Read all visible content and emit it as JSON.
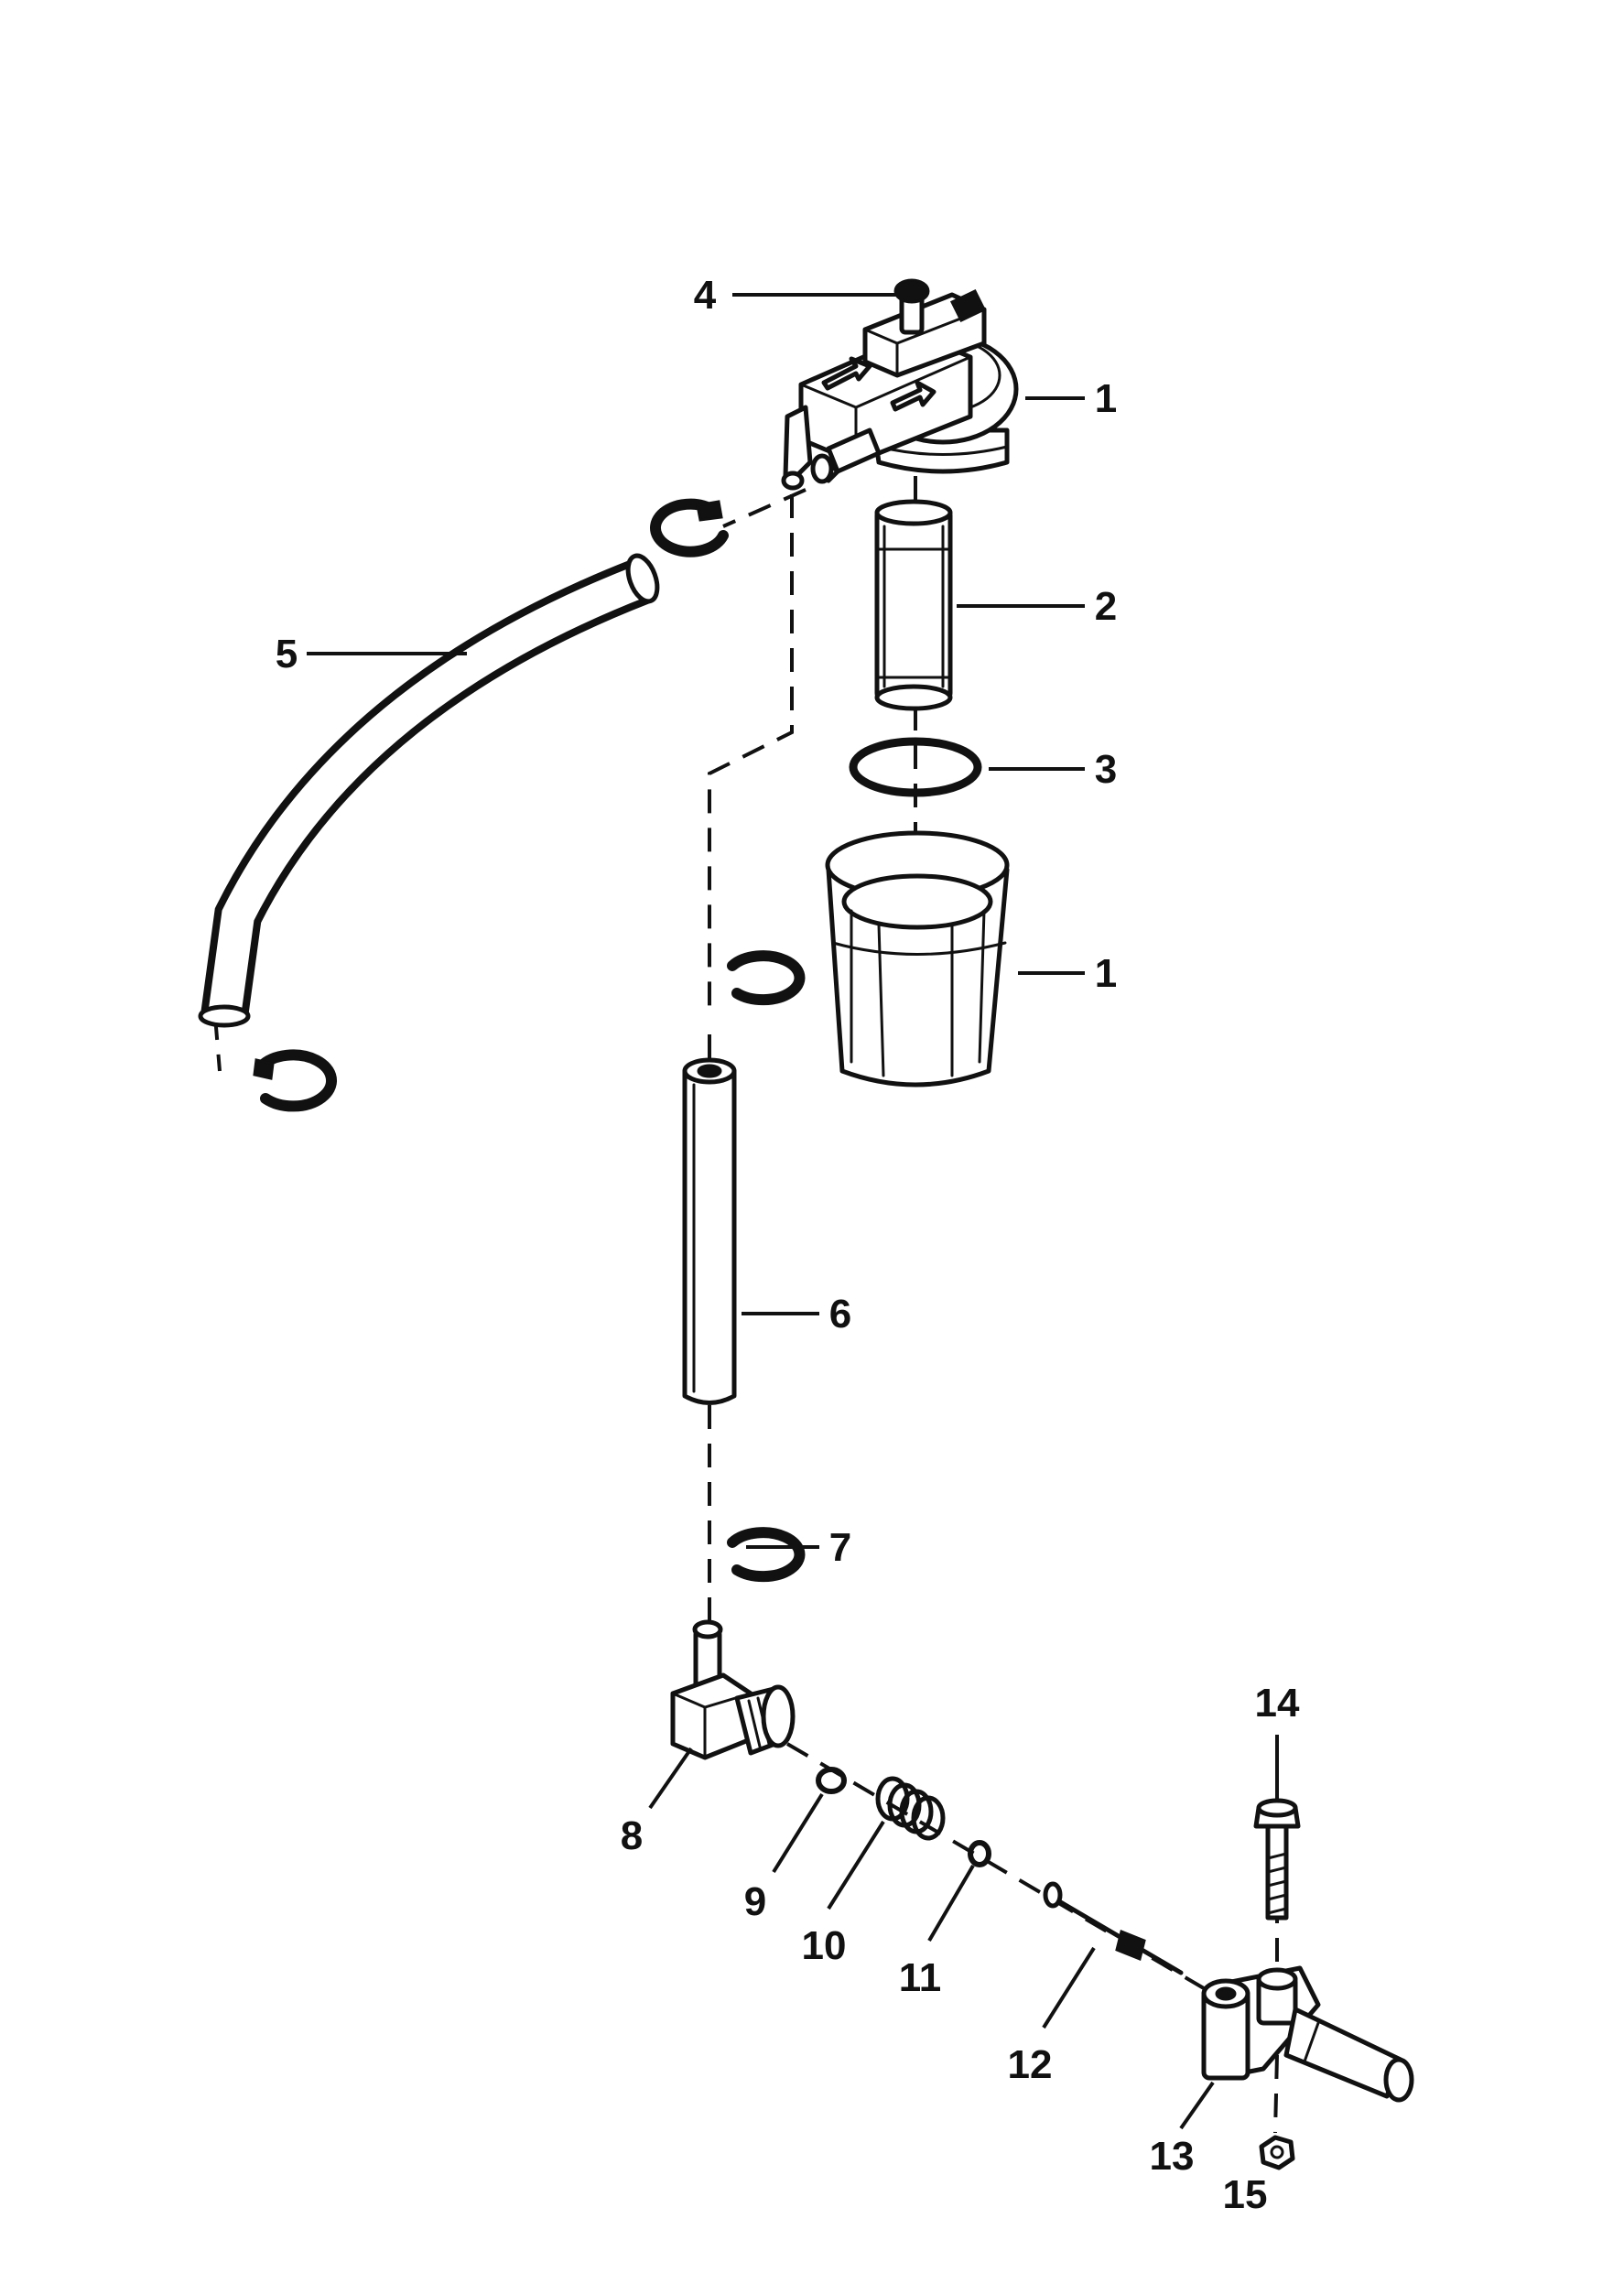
{
  "callouts": [
    {
      "id": "c4a",
      "text": "4"
    },
    {
      "id": "c1a",
      "text": "1"
    },
    {
      "id": "c2",
      "text": "2"
    },
    {
      "id": "c5",
      "text": "5"
    },
    {
      "id": "c3",
      "text": "3"
    },
    {
      "id": "c1b",
      "text": "1"
    },
    {
      "id": "c6",
      "text": "6"
    },
    {
      "id": "c7",
      "text": "7"
    },
    {
      "id": "c14",
      "text": "14"
    },
    {
      "id": "c8",
      "text": "8"
    },
    {
      "id": "c9",
      "text": "9"
    },
    {
      "id": "c10",
      "text": "10"
    },
    {
      "id": "c11",
      "text": "11"
    },
    {
      "id": "c12",
      "text": "12"
    },
    {
      "id": "c13",
      "text": "13"
    },
    {
      "id": "c15",
      "text": "15"
    }
  ]
}
